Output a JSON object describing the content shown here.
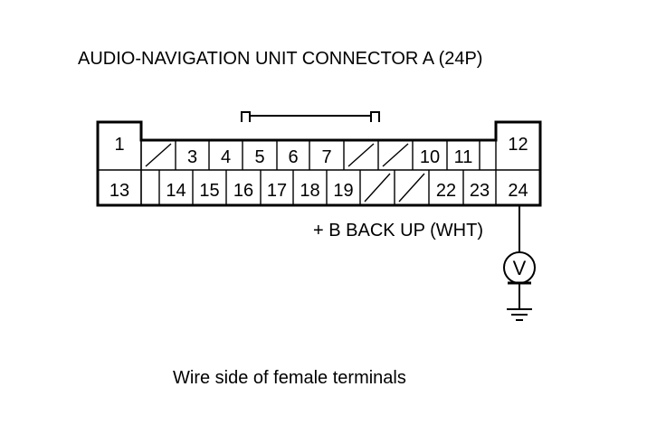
{
  "title": "AUDIO-NAVIGATION UNIT CONNECTOR A (24P)",
  "connector": {
    "top_row": [
      {
        "num": "1",
        "blank": false
      },
      {
        "num": "",
        "blank": true
      },
      {
        "num": "3",
        "blank": false
      },
      {
        "num": "4",
        "blank": false
      },
      {
        "num": "5",
        "blank": false
      },
      {
        "num": "6",
        "blank": false
      },
      {
        "num": "7",
        "blank": false
      },
      {
        "num": "",
        "blank": true
      },
      {
        "num": "",
        "blank": true
      },
      {
        "num": "10",
        "blank": false
      },
      {
        "num": "11",
        "blank": false
      },
      {
        "num": "",
        "blank": false
      },
      {
        "num": "12",
        "blank": false
      }
    ],
    "bottom_row": [
      {
        "num": "13",
        "blank": false
      },
      {
        "num": "",
        "blank": false
      },
      {
        "num": "14",
        "blank": false
      },
      {
        "num": "15",
        "blank": false
      },
      {
        "num": "16",
        "blank": false
      },
      {
        "num": "17",
        "blank": false
      },
      {
        "num": "18",
        "blank": false
      },
      {
        "num": "19",
        "blank": false
      },
      {
        "num": "",
        "blank": true
      },
      {
        "num": "",
        "blank": true
      },
      {
        "num": "22",
        "blank": false
      },
      {
        "num": "23",
        "blank": false
      },
      {
        "num": "24",
        "blank": false
      }
    ]
  },
  "probe": {
    "terminal": "24",
    "wire_label": "+ B BACK UP (WHT)",
    "meter_symbol": "V",
    "icon": "voltmeter-icon",
    "ground_icon": "ground-icon"
  },
  "caption": "Wire side of female terminals"
}
